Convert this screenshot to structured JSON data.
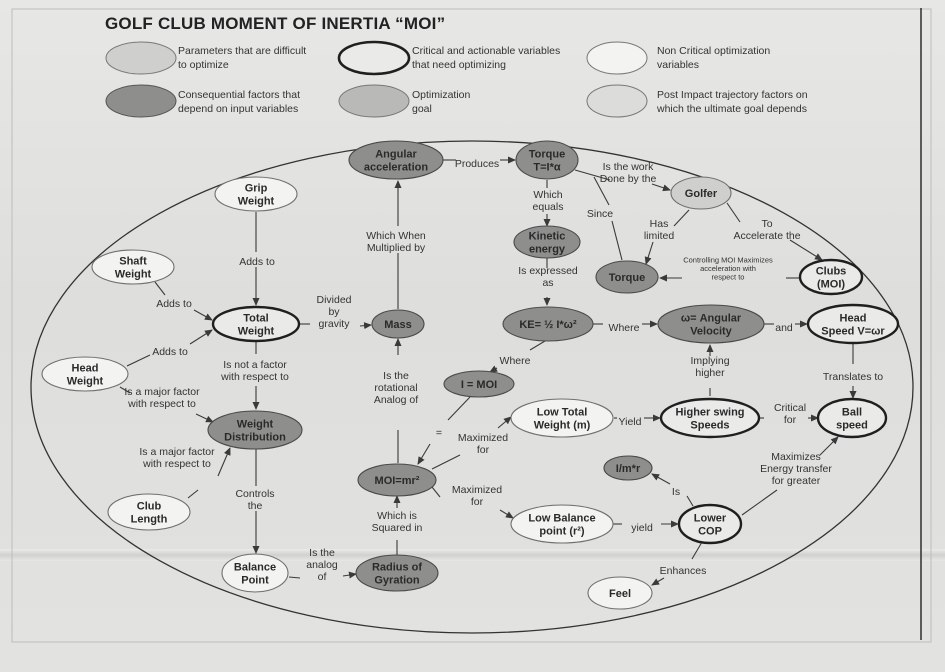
{
  "title": "GOLF CLUB MOMENT OF INERTIA “MOI”",
  "legend": [
    {
      "id": "difficult",
      "text": "Parameters that are difficult\nto optimize"
    },
    {
      "id": "critical",
      "text": "Critical and actionable variables\nthat need optimizing"
    },
    {
      "id": "noncritical",
      "text": "Non Critical optimization\nvariables"
    },
    {
      "id": "consequential",
      "text": "Consequential factors that\ndepend on input variables"
    },
    {
      "id": "goal",
      "text": "Optimization\ngoal"
    },
    {
      "id": "postimpact",
      "text": "Post Impact trajectory factors on\nwhich the ultimate goal depends"
    }
  ],
  "nodes": [
    {
      "id": "angular-acceleration",
      "lines": [
        "Angular",
        "acceleration"
      ]
    },
    {
      "id": "torque-top",
      "lines": [
        "Torque",
        "T=I*α"
      ]
    },
    {
      "id": "golfer",
      "lines": [
        "Golfer"
      ]
    },
    {
      "id": "grip-weight",
      "lines": [
        "Grip",
        "Weight"
      ]
    },
    {
      "id": "kinetic-energy",
      "lines": [
        "Kinetic",
        "energy"
      ]
    },
    {
      "id": "shaft-weight",
      "lines": [
        "Shaft",
        "Weight"
      ]
    },
    {
      "id": "torque-mid",
      "lines": [
        "Torque"
      ]
    },
    {
      "id": "clubs-moi",
      "lines": [
        "Clubs",
        "(MOI)"
      ]
    },
    {
      "id": "total-weight",
      "lines": [
        "Total",
        "Weight"
      ]
    },
    {
      "id": "mass",
      "lines": [
        "Mass"
      ]
    },
    {
      "id": "ke",
      "lines": [
        "KE= ½ I*ω²"
      ]
    },
    {
      "id": "angular-velocity",
      "lines": [
        "ω= Angular",
        "Velocity"
      ]
    },
    {
      "id": "head-speed",
      "lines": [
        "Head",
        "Speed V=ωr"
      ]
    },
    {
      "id": "head-weight",
      "lines": [
        "Head",
        "Weight"
      ]
    },
    {
      "id": "i-moi",
      "lines": [
        "I = MOI"
      ]
    },
    {
      "id": "low-total-weight",
      "lines": [
        "Low Total",
        "Weight (m)"
      ]
    },
    {
      "id": "higher-swing-speeds",
      "lines": [
        "Higher swing",
        "Speeds"
      ]
    },
    {
      "id": "ball-speed",
      "lines": [
        "Ball",
        "speed"
      ]
    },
    {
      "id": "weight-distribution",
      "lines": [
        "Weight",
        "Distribution"
      ]
    },
    {
      "id": "i-m-r",
      "lines": [
        "I/m*r"
      ]
    },
    {
      "id": "moi-mr2",
      "lines": [
        "MOI=mr²"
      ]
    },
    {
      "id": "club-length",
      "lines": [
        "Club",
        "Length"
      ]
    },
    {
      "id": "low-balance-point",
      "lines": [
        "Low Balance",
        "point (r²)"
      ]
    },
    {
      "id": "lower-cop",
      "lines": [
        "Lower",
        "COP"
      ]
    },
    {
      "id": "balance-point",
      "lines": [
        "Balance",
        "Point"
      ]
    },
    {
      "id": "radius-of-gyration",
      "lines": [
        "Radius of",
        "Gyration"
      ]
    },
    {
      "id": "feel",
      "lines": [
        "Feel"
      ]
    }
  ],
  "edge_labels": [
    {
      "id": "produces",
      "lines": [
        "Produces"
      ]
    },
    {
      "id": "is-the-work",
      "lines": [
        "Is the work",
        "Done by the"
      ]
    },
    {
      "id": "which-equals",
      "lines": [
        "Which",
        "equals"
      ]
    },
    {
      "id": "since",
      "lines": [
        "Since"
      ]
    },
    {
      "id": "has-limited",
      "lines": [
        "Has",
        "limited"
      ]
    },
    {
      "id": "to-accelerate",
      "lines": [
        "To",
        "Accelerate the"
      ]
    },
    {
      "id": "which-when-multiplied",
      "lines": [
        "Which When",
        "Multiplied by"
      ]
    },
    {
      "id": "adds-to-grip",
      "lines": [
        "Adds to"
      ]
    },
    {
      "id": "is-expressed-as",
      "lines": [
        "Is expressed",
        "as"
      ]
    },
    {
      "id": "controlling-moi",
      "lines": [
        "Controlling MOI Maximizes",
        "acceleration with",
        "respect to"
      ]
    },
    {
      "id": "adds-to-shaft",
      "lines": [
        "Adds to"
      ]
    },
    {
      "id": "divided-by-gravity",
      "lines": [
        "Divided",
        "by",
        "gravity"
      ]
    },
    {
      "id": "where-1",
      "lines": [
        "Where"
      ]
    },
    {
      "id": "and",
      "lines": [
        "and"
      ]
    },
    {
      "id": "adds-to-head",
      "lines": [
        "Adds to"
      ]
    },
    {
      "id": "is-not-a-factor",
      "lines": [
        "Is not a factor",
        "with respect to"
      ]
    },
    {
      "id": "where-2",
      "lines": [
        "Where"
      ]
    },
    {
      "id": "implying-higher",
      "lines": [
        "Implying",
        "higher"
      ]
    },
    {
      "id": "translates-to",
      "lines": [
        "Translates to"
      ]
    },
    {
      "id": "is-the-rotational-analog",
      "lines": [
        "Is the",
        "rotational",
        "Analog of"
      ]
    },
    {
      "id": "major-factor-head",
      "lines": [
        "Is a major factor",
        "with respect to"
      ]
    },
    {
      "id": "yield-1",
      "lines": [
        "Yield"
      ]
    },
    {
      "id": "critical-for",
      "lines": [
        "Critical",
        "for"
      ]
    },
    {
      "id": "equals-sign",
      "lines": [
        "="
      ]
    },
    {
      "id": "maximized-for-1",
      "lines": [
        "Maximized",
        "for"
      ]
    },
    {
      "id": "major-factor-length",
      "lines": [
        "Is a major factor",
        "with respect to"
      ]
    },
    {
      "id": "maximizes-energy",
      "lines": [
        "Maximizes",
        "Energy transfer",
        "for greater"
      ]
    },
    {
      "id": "is",
      "lines": [
        "Is"
      ]
    },
    {
      "id": "controls-the",
      "lines": [
        "Controls",
        "the"
      ]
    },
    {
      "id": "maximized-for-2",
      "lines": [
        "Maximized",
        "for"
      ]
    },
    {
      "id": "which-is-squared",
      "lines": [
        "Which is",
        "Squared in"
      ]
    },
    {
      "id": "yield-2",
      "lines": [
        "yield"
      ]
    },
    {
      "id": "enhances",
      "lines": [
        "Enhances"
      ]
    },
    {
      "id": "is-the-analog-of",
      "lines": [
        "Is the",
        "analog",
        "of"
      ]
    }
  ],
  "colors": {
    "paper": "#e3e3e1",
    "ink": "#2a2a2a",
    "difficult_fill": "#cfcfcd",
    "critical_fill": "#eaeae8",
    "noncritical_fill": "#f3f3f1",
    "consequential_fill": "#8e8e8c",
    "goal_fill": "#b9b9b7",
    "postimpact_fill": "#dcdcda"
  }
}
